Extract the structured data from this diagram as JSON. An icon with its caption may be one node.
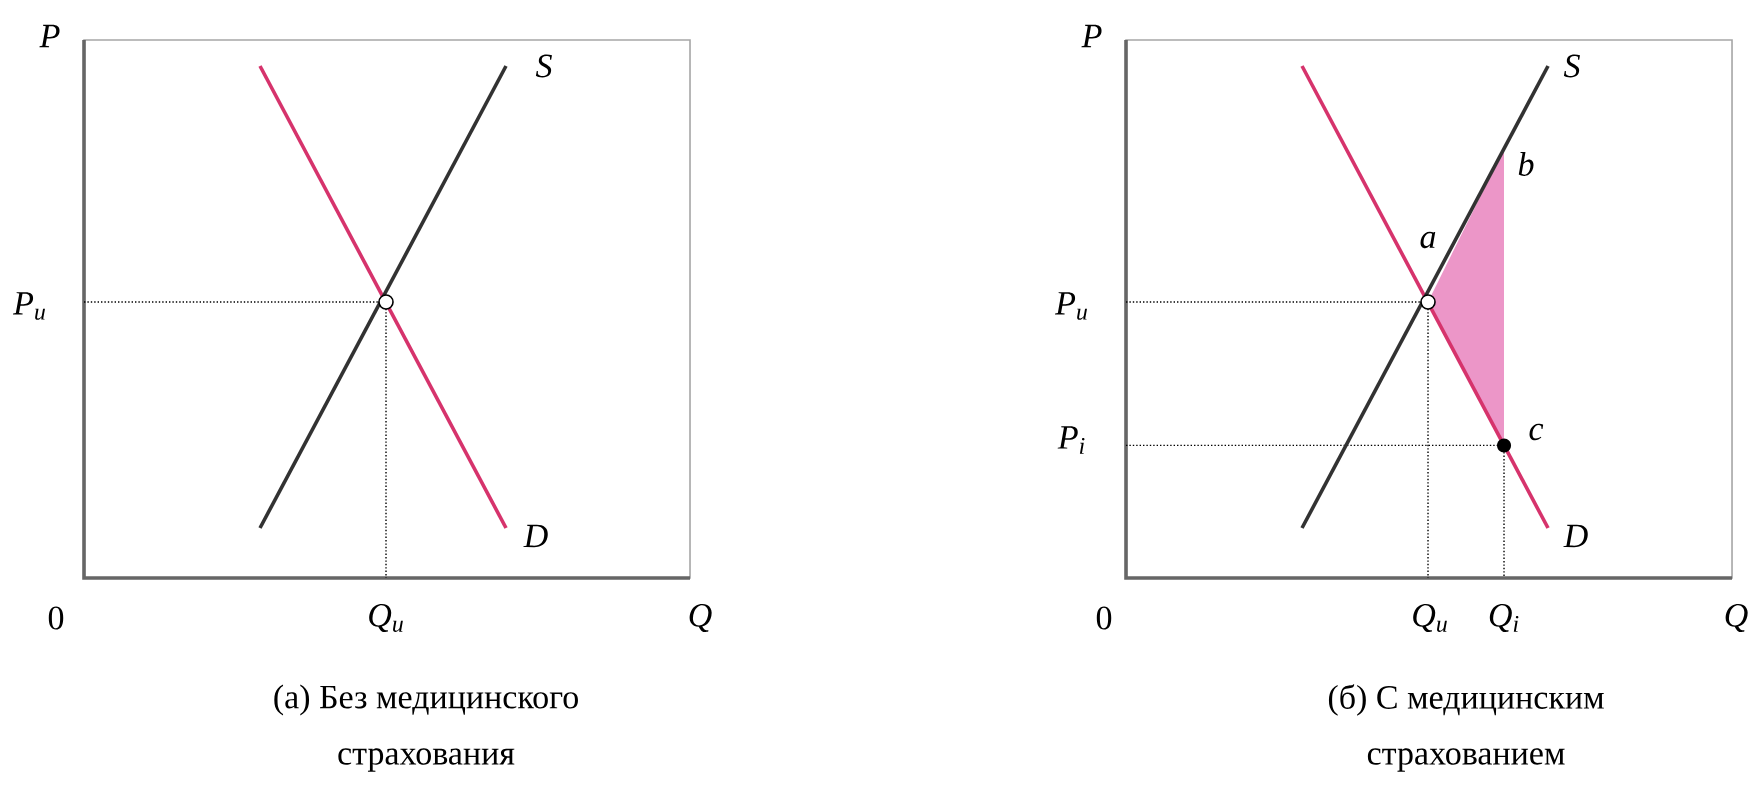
{
  "diagram": {
    "labels": [
      "P",
      "S",
      "P$_{u}$",
      "D",
      "0",
      "Q$_{u}$",
      "Q",
      "(а) Без медицинского",
      "страхования",
      "P",
      "S",
      "b",
      "a",
      "P$_{u}$",
      "P$_{i}$",
      "c",
      "D",
      "0",
      "Q$_{u}$",
      "Q$_{i}$",
      "Q",
      "(б) С медицинским",
      "страхованием"
    ]
  }
}
